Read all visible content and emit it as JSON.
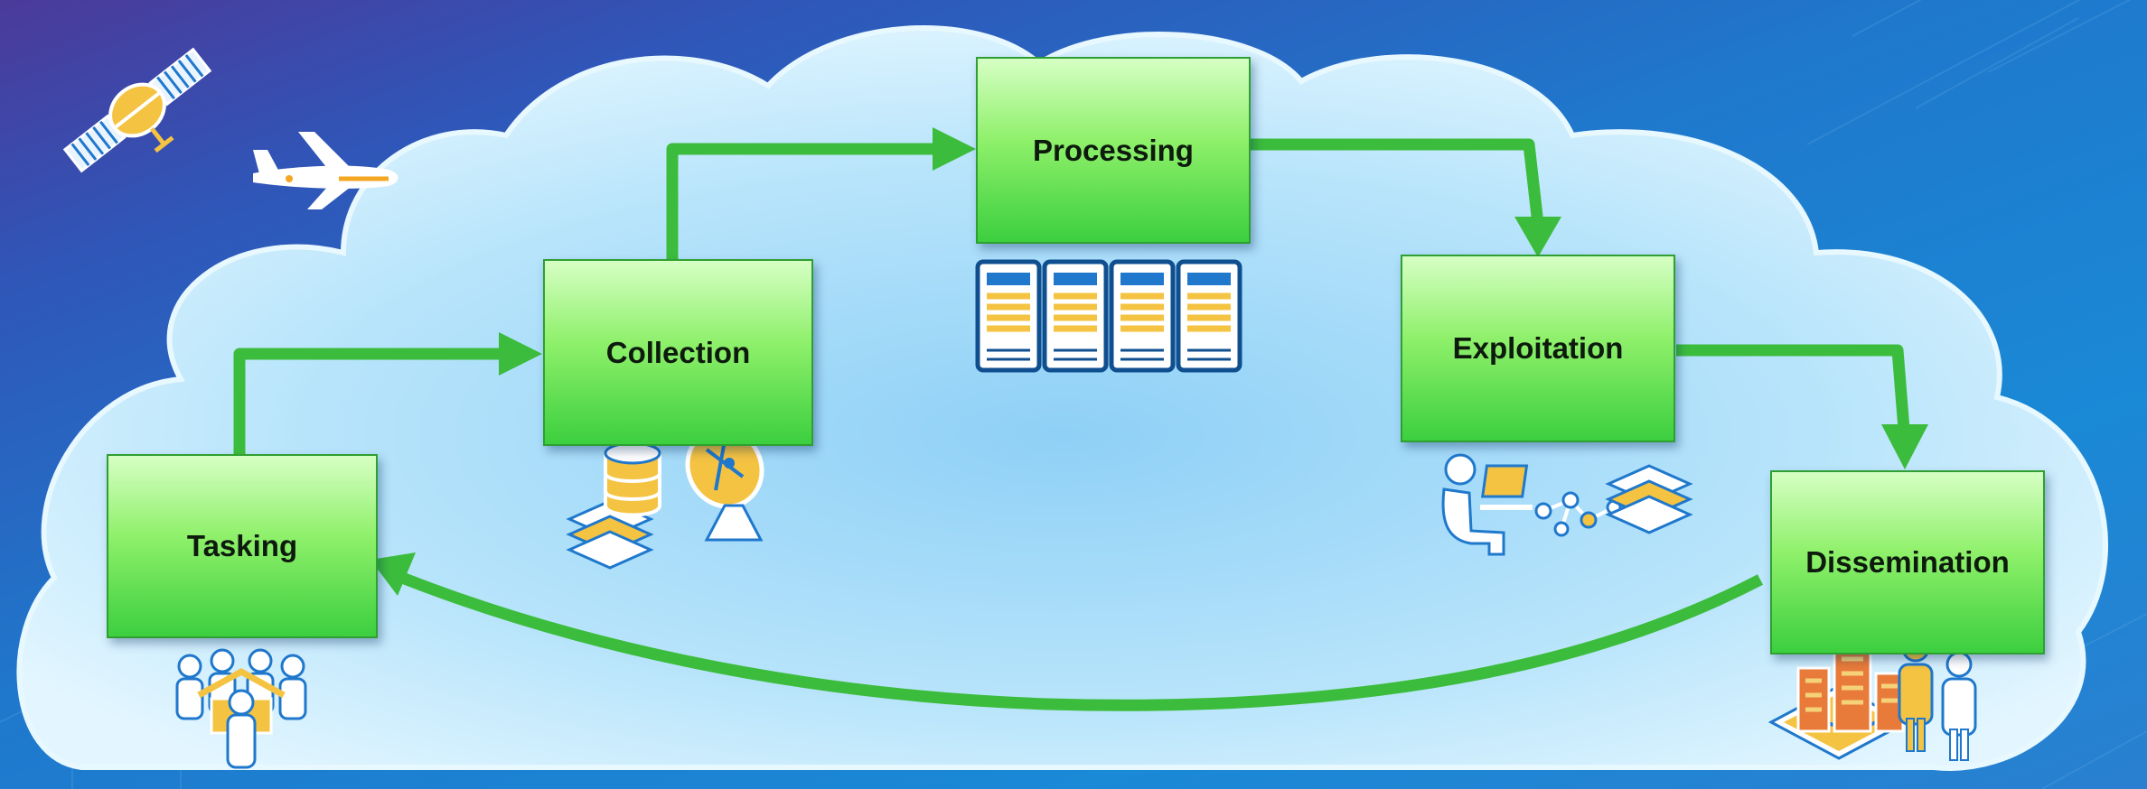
{
  "diagram": {
    "steps": [
      {
        "id": "tasking",
        "label": "Tasking"
      },
      {
        "id": "collection",
        "label": "Collection"
      },
      {
        "id": "processing",
        "label": "Processing"
      },
      {
        "id": "exploitation",
        "label": "Exploitation"
      },
      {
        "id": "dissemination",
        "label": "Dissemination"
      }
    ]
  },
  "icons": [
    "satellite-icon",
    "airplane-icon",
    "people-group-icon",
    "database-icon",
    "layers-icon",
    "satellite-dish-icon",
    "server-rack-icon",
    "analyst-computer-icon",
    "network-icon",
    "map-icon",
    "buildings-icon",
    "person-icon"
  ],
  "colors": {
    "arrow": "#3cbc3c",
    "box_top": "#d6ffc4",
    "box_bottom": "#3ccf3f",
    "cloud": "#cfeeff",
    "background": "#1f78cc"
  }
}
